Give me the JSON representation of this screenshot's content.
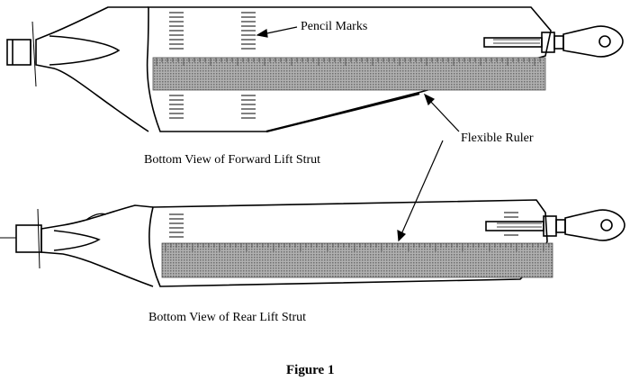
{
  "labels": {
    "pencil_marks": "Pencil Marks",
    "flexible_ruler": "Flexible Ruler",
    "forward_strut": "Bottom View of Forward Lift Strut",
    "rear_strut": "Bottom View of Rear Lift Strut",
    "figure_caption": "Figure 1"
  },
  "colors": {
    "ink": "#000000",
    "ruler_fill": "#9a9a9a",
    "background": "#ffffff"
  }
}
